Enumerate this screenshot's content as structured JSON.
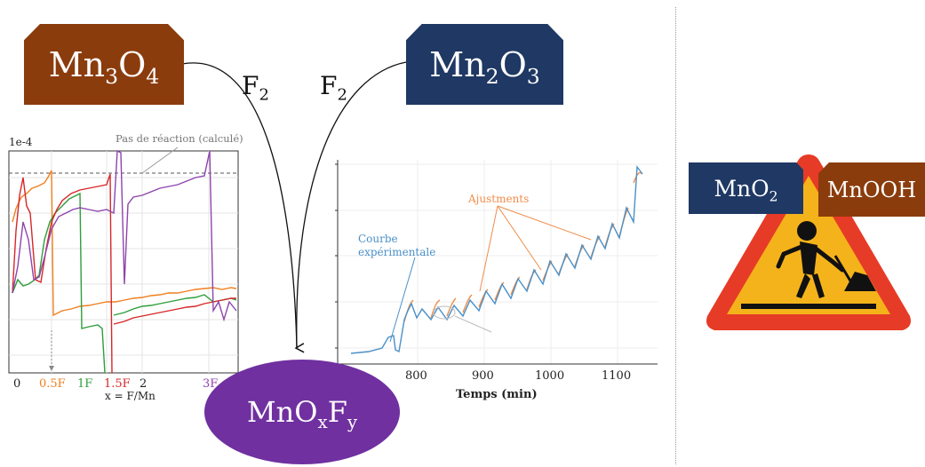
{
  "compounds": {
    "mn3o4": {
      "base": "Mn",
      "s1": "3",
      "mid": "O",
      "s2": "4",
      "color": "#8B3C0D"
    },
    "mn2o3": {
      "base": "Mn",
      "s1": "2",
      "mid": "O",
      "s2": "3",
      "color": "#1F3864"
    },
    "product": {
      "base": "MnO",
      "s1": "x",
      "mid": "F",
      "s2": "y",
      "color": "#7030A0"
    },
    "mno2": {
      "base": "MnO",
      "s1": "2",
      "color": "#1F3864"
    },
    "mnooh": {
      "label": "MnOOH",
      "color": "#8B3C0D"
    }
  },
  "reagents": {
    "left": {
      "base": "F",
      "sub": "2"
    },
    "right": {
      "base": "F",
      "sub": "2"
    }
  },
  "chart_left": {
    "scale_label": "1e-4",
    "annotation": "Pas de réaction (calculé)",
    "xlabel": "x = F/Mn",
    "ticks": [
      {
        "label": "0",
        "color": "#222222"
      },
      {
        "label": "0.5F",
        "color": "#F07F1E"
      },
      {
        "label": "1F",
        "color": "#2E9E3A"
      },
      {
        "label": "1.5F",
        "color": "#D62728"
      },
      {
        "label": "2",
        "color": "#222222"
      },
      {
        "label": "3F",
        "color": "#8E44AD"
      }
    ]
  },
  "chart_right": {
    "xlabel": "Temps (min)",
    "xticks": [
      "800",
      "900",
      "1000",
      "1100"
    ],
    "label_exp": [
      "Courbe",
      "expérimentale"
    ],
    "label_fit": "Ajustments",
    "color_exp": "#4A90C8",
    "color_fit": "#F08C4A"
  },
  "warning_sign": {
    "fill": "#F5B31B",
    "border": "#E63B26"
  }
}
